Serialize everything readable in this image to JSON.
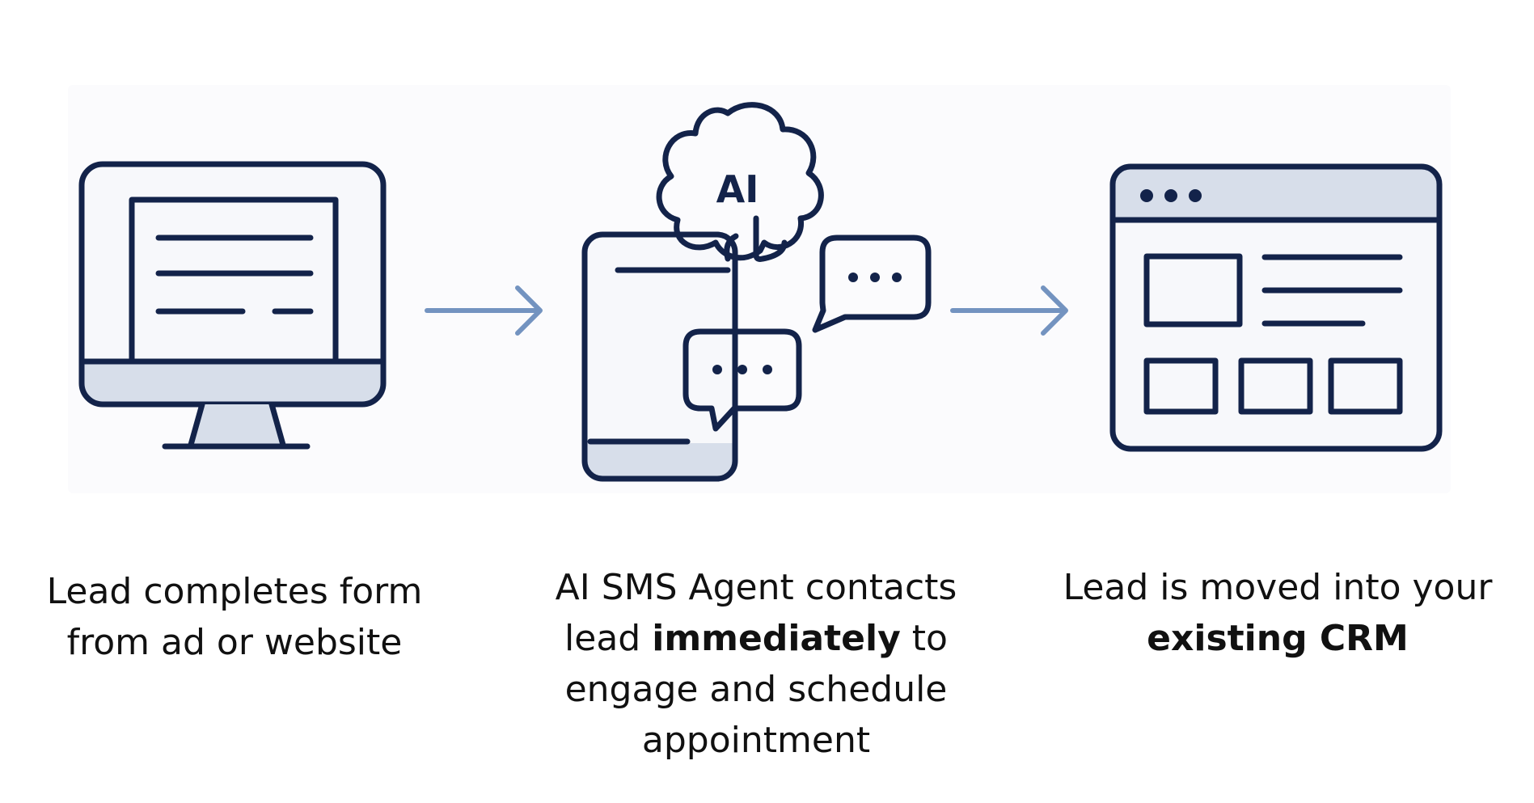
{
  "steps": [
    {
      "icon": "desktop-form-icon",
      "line1": "Lead completes form",
      "line2": "from ad or website"
    },
    {
      "icon": "ai-phone-chat-icon",
      "ai_label": "AI",
      "line1": "AI SMS Agent contacts",
      "line2_pre": "lead ",
      "line2_bold": "immediately",
      "line2_post": " to",
      "line3": "engage and schedule",
      "line4": "appointment"
    },
    {
      "icon": "crm-browser-icon",
      "line1": "Lead is moved into your",
      "line2_bold": "existing CRM"
    }
  ],
  "colors": {
    "ink": "#13234a",
    "fill": "#d7deea",
    "arrow": "#7393c0"
  }
}
